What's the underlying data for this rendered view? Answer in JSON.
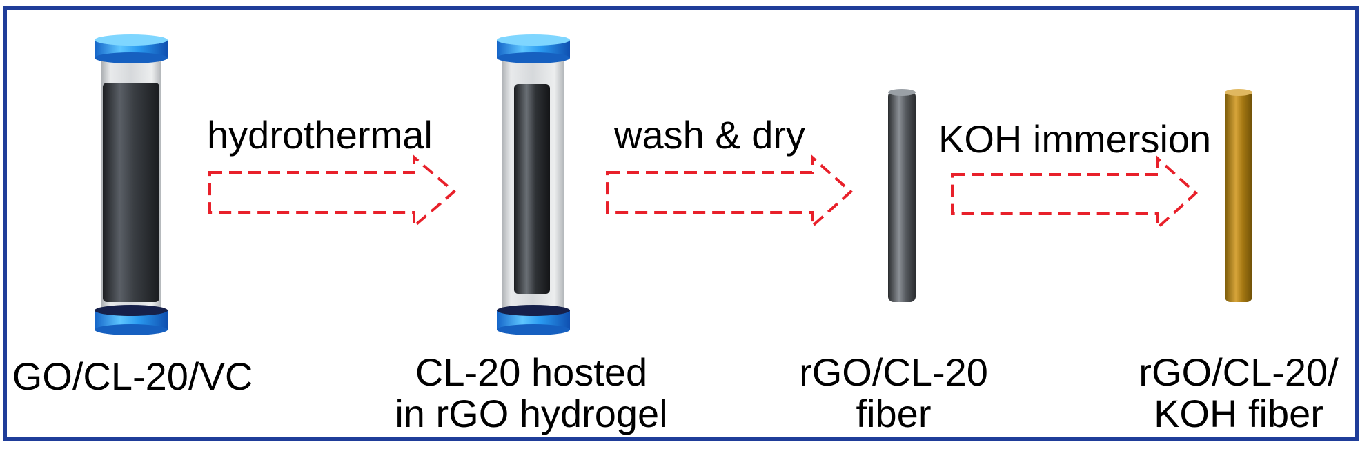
{
  "diagram": {
    "stages": [
      {
        "label_line1": "GO/CL-20/VC",
        "label_line2": ""
      },
      {
        "label_line1": "CL-20 hosted",
        "label_line2": "in rGO hydrogel"
      },
      {
        "label_line1": "rGO/CL-20",
        "label_line2": "fiber"
      },
      {
        "label_line1": "rGO/CL-20/",
        "label_line2": "KOH fiber"
      }
    ],
    "steps": [
      {
        "label": "hydrothermal"
      },
      {
        "label": "wash & dry"
      },
      {
        "label": "KOH immersion"
      }
    ],
    "colors": {
      "frame": "#1f3d99",
      "arrow": "#e8202a",
      "cap": "#2a8fe6",
      "rod_dark": "#2f3236",
      "fiber_gray": "#5a5e63",
      "fiber_gold": "#b8860b"
    }
  }
}
